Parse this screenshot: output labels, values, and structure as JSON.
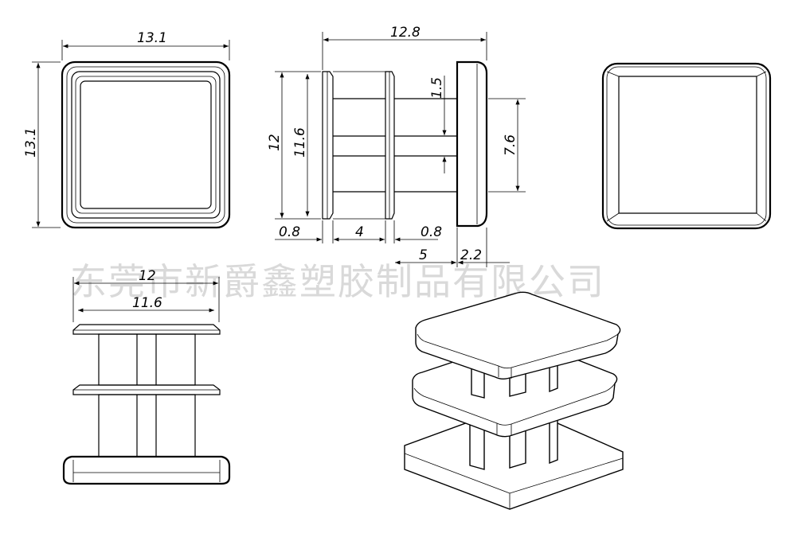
{
  "watermark": "东莞市新爵鑫塑胶制品有限公司",
  "front_view": {
    "width_label": "13.1",
    "height_label": "13.1"
  },
  "side_view": {
    "overall_length": "12.8",
    "cap_height": "12",
    "rib_height": "11.6",
    "rib_thickness": "1.5",
    "stem_height": "7.6",
    "flange_thickness_left": "0.8",
    "gap": "4",
    "flange_thickness_right": "0.8",
    "stem_length": "5",
    "head_thickness": "2.2"
  },
  "bottom_view": {
    "outer_width": "12",
    "inner_width": "11.6"
  }
}
